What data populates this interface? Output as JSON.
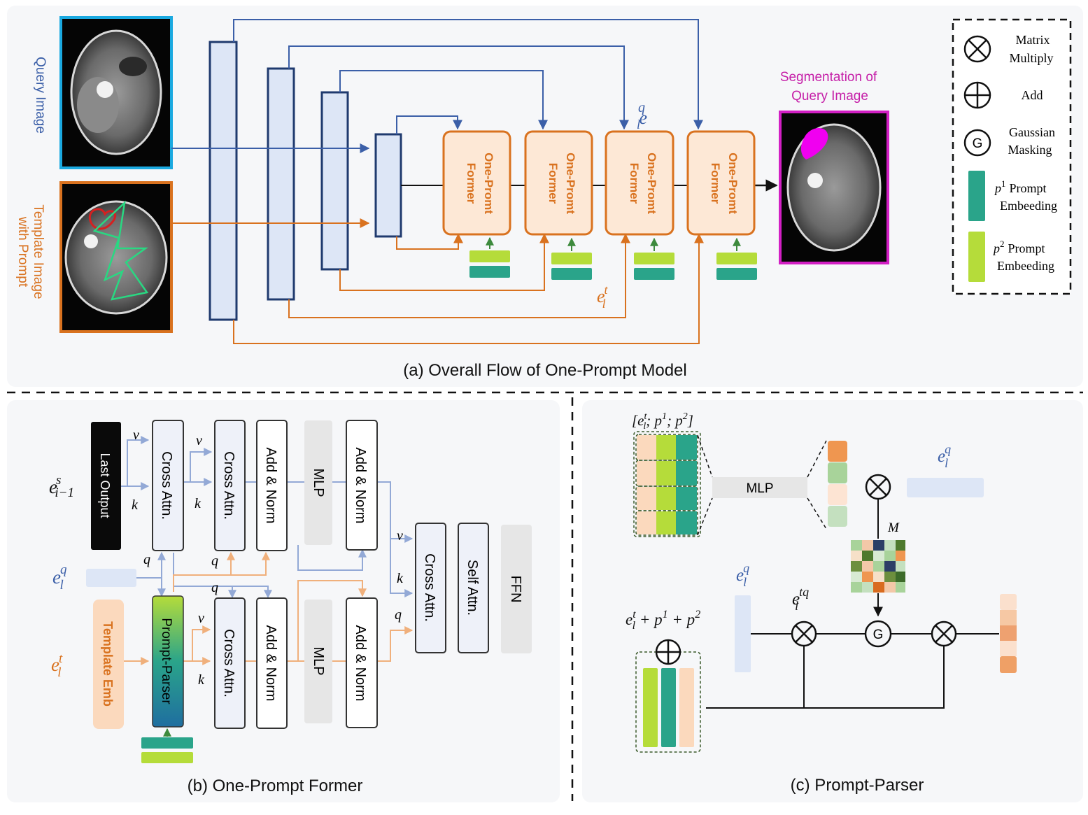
{
  "panel_a": {
    "caption": "(a) Overall Flow of One-Prompt Model",
    "query_label": "Query Image",
    "template_label_1": "Template Image",
    "template_label_2": "with Prompt",
    "seg_label_1": "Segmentation of",
    "seg_label_2": "Query Image",
    "former_line1": "One-Promt",
    "former_line2": "Former",
    "eq_base": "e",
    "eq_sub": "l",
    "eq_sup": "q",
    "et_base": "e",
    "et_sub": "l",
    "et_sup": "t"
  },
  "legend": {
    "matrix_1": "Matrix",
    "matrix_2": "Multiply",
    "add": "Add",
    "g_symbol": "G",
    "gauss_1": "Gaussian",
    "gauss_2": "Masking",
    "p1_var": "p",
    "p1_sup": "1",
    "p1_text": "Prompt",
    "p1_text2": "Embeeding",
    "p2_var": "p",
    "p2_sup": "2",
    "p2_text": "Prompt",
    "p2_text2": "Embeeding"
  },
  "panel_b": {
    "caption": "(b) One-Prompt Former",
    "last_output": "Last Output",
    "cross_attn": "Cross Attn.",
    "add_norm": "Add & Norm",
    "mlp": "MLP",
    "self_attn": "Self Attn.",
    "ffn": "FFN",
    "template_emb": "Template Emb",
    "prompt_parser": "Prompt-Parser",
    "v": "v",
    "k": "k",
    "q": "q",
    "es_base": "e",
    "es_sub": "i−1",
    "es_sup": "s"
  },
  "panel_c": {
    "caption": "(c) Prompt-Parser",
    "concat_label": "[e",
    "concat_rest": "; p",
    "concat_rest2": "; p",
    "mlp": "MLP",
    "m": "M",
    "etq_sup": "tq",
    "sum_label": "e",
    "sum_rest": " + p",
    "sum_rest2": " + p",
    "g_symbol": "G"
  },
  "colors": {
    "blue": "#3b5fa8",
    "orange": "#d9721f",
    "navy": "#1f3a6e",
    "magenta": "#d21fc4",
    "cyan": "#1aa9e0",
    "teal": "#2aa48a",
    "lime": "#b5dc3a",
    "peach": "#fbd9bd",
    "lightblue": "#dde6f6",
    "gray": "#e6e6e6"
  }
}
